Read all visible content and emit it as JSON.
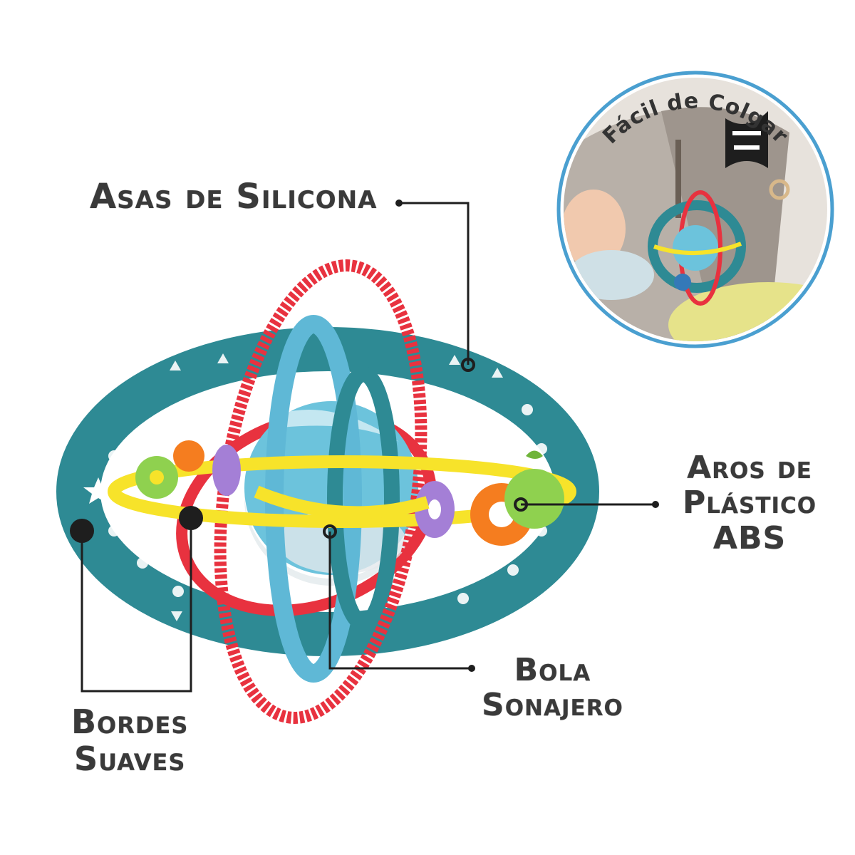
{
  "callouts": {
    "asas": "Asas de Silicona",
    "aros_line1": "Aros de",
    "aros_line2": "Plástico",
    "aros_line3": "ABS",
    "bola_line1": "Bola",
    "bola_line2": "Sonajero",
    "bordes_line1": "Bordes",
    "bordes_line2": "Suaves"
  },
  "badge": {
    "curved_text": "Fácil de Colgar"
  },
  "colors": {
    "teal_ring": "#2e8a94",
    "red_ring": "#e8323f",
    "blue_ball": "#6cc3dc",
    "yellow_track": "#f7e32a",
    "orange_bead": "#f57d1f",
    "purple_bead": "#a47fd6",
    "green_bead": "#8fd14f",
    "callout_line": "#1e1e1e",
    "label_text": "#3a3a3a"
  }
}
